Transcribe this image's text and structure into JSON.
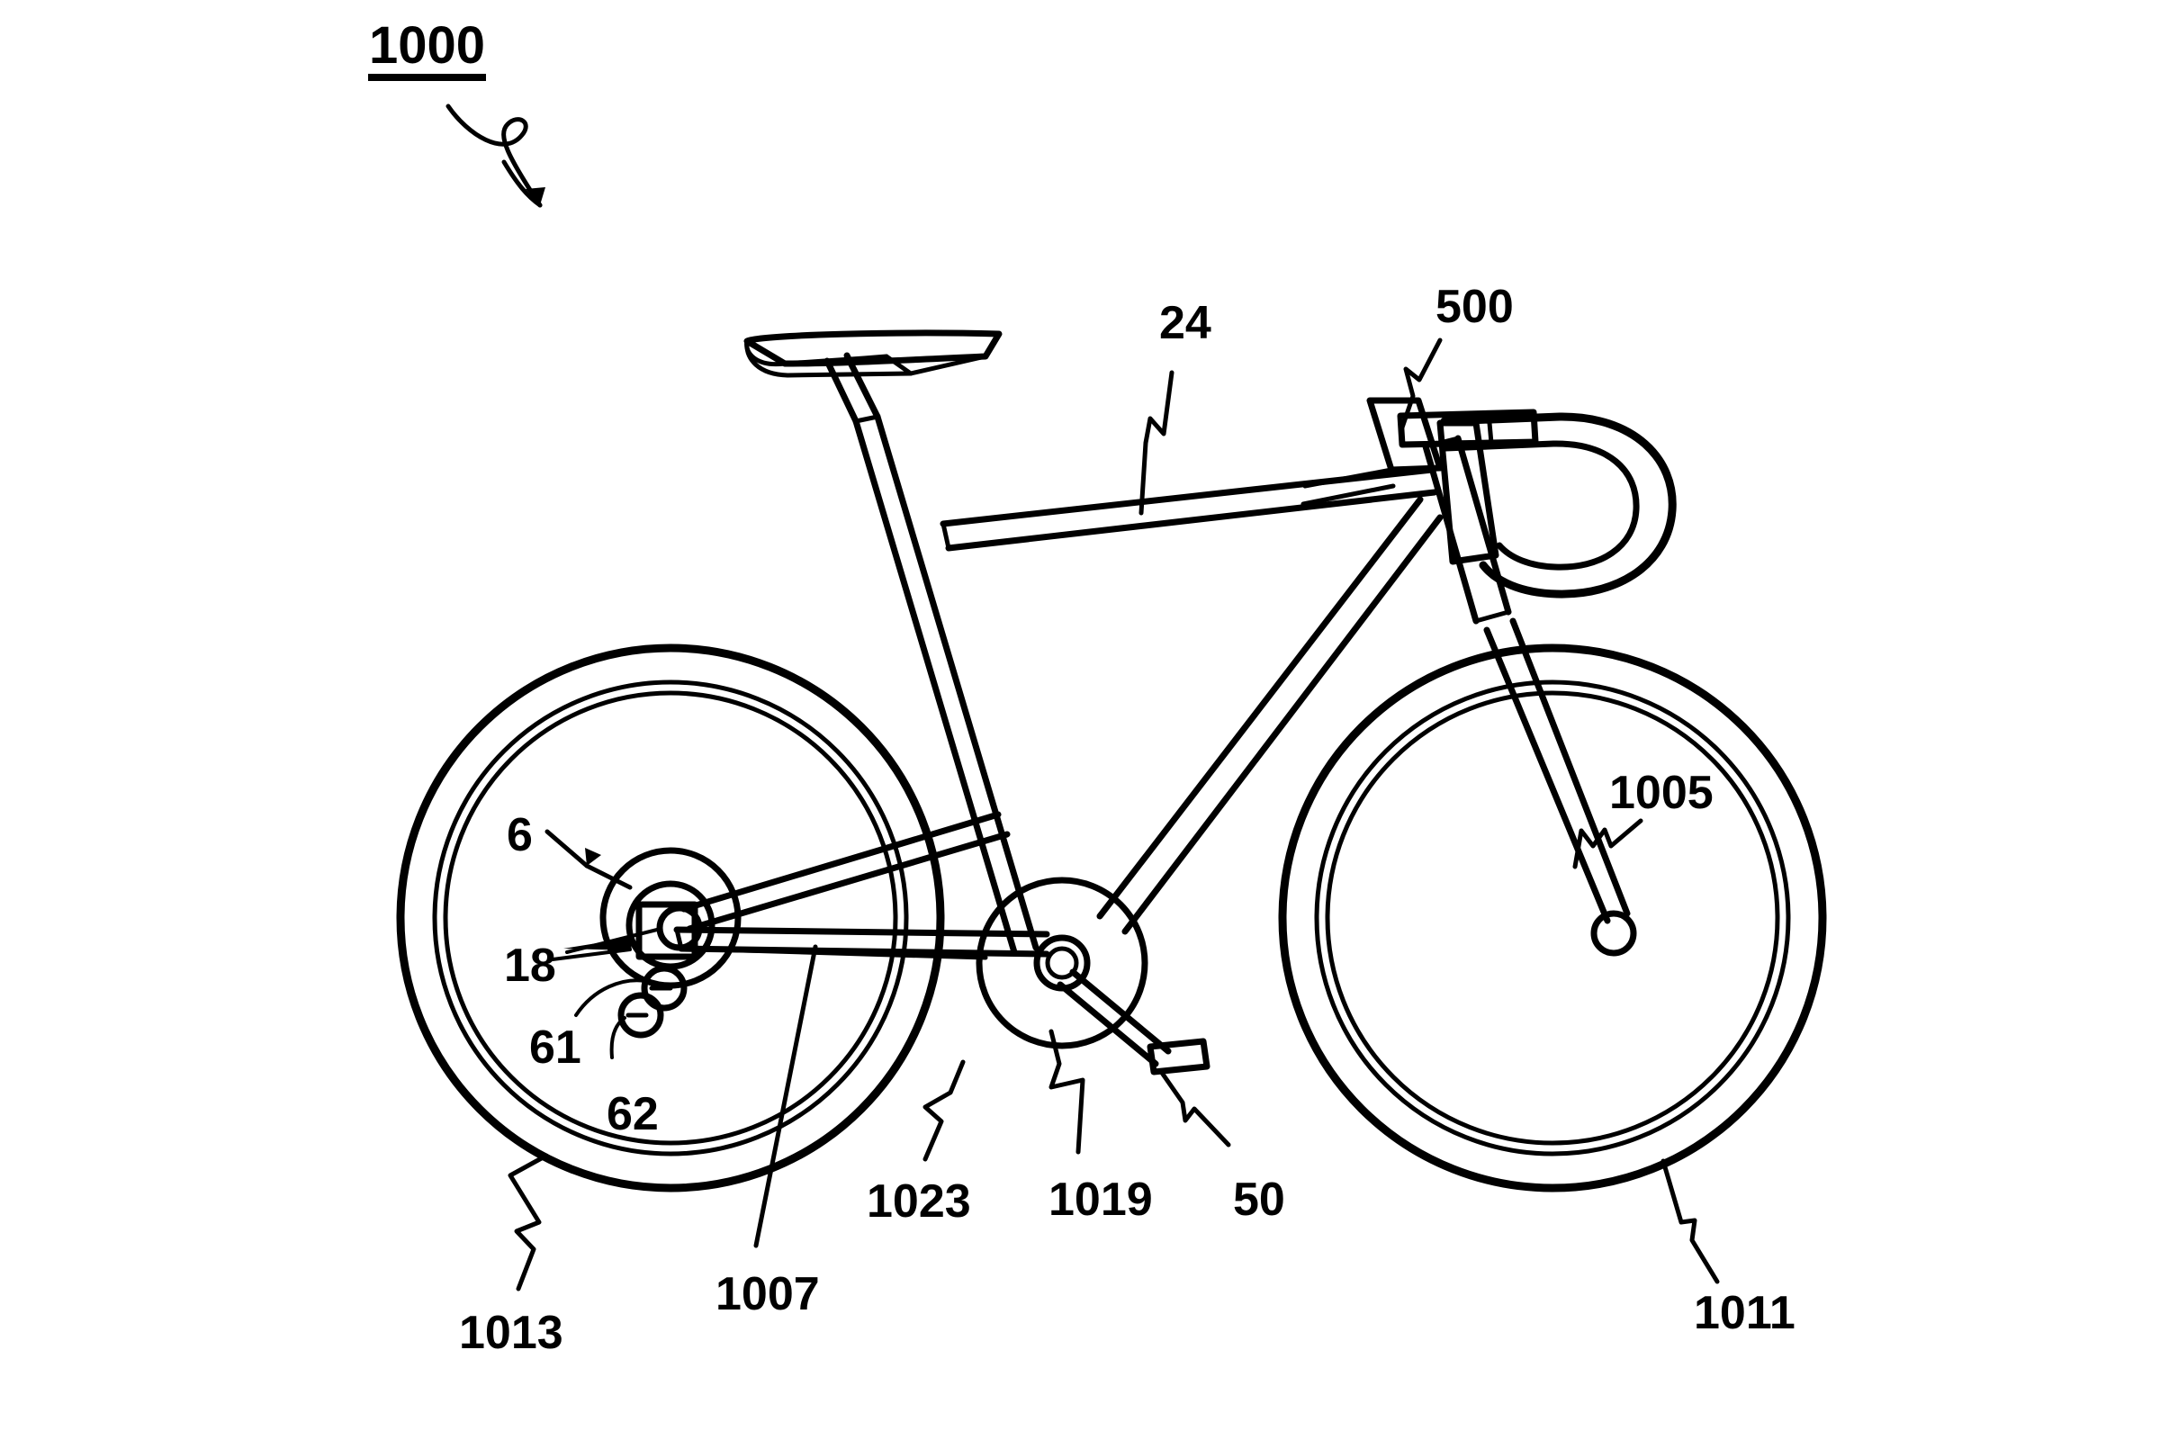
{
  "figure": {
    "type": "patent-line-drawing",
    "subject": "electric bicycle side elevation",
    "background_color": "#ffffff",
    "line_color": "#000000"
  },
  "figure_label": {
    "text": "1000",
    "underlined": true,
    "leader": "squiggly-arrow"
  },
  "reference_numerals": [
    {
      "id": "n1000",
      "text": "1000",
      "target": "whole-bicycle",
      "leader": "squiggly-arrow"
    },
    {
      "id": "n500",
      "text": "500",
      "target": "handlebar-display-unit",
      "leader": "kinked"
    },
    {
      "id": "n24",
      "text": "24",
      "target": "top-tube",
      "leader": "kinked"
    },
    {
      "id": "n1005",
      "text": "1005",
      "target": "front-fork",
      "leader": "squiggly"
    },
    {
      "id": "n6",
      "text": "6",
      "target": "rear-hub-motor-housing",
      "leader": "arrow"
    },
    {
      "id": "n18",
      "text": "18",
      "target": "rear-hub-axle",
      "leader": "arrow"
    },
    {
      "id": "n61",
      "text": "61",
      "target": "sensor-upper",
      "leader": "curved"
    },
    {
      "id": "n62",
      "text": "62",
      "target": "sensor-lower",
      "leader": "curved"
    },
    {
      "id": "n1013",
      "text": "1013",
      "target": "rear-wheel",
      "leader": "squiggly"
    },
    {
      "id": "n1007",
      "text": "1007",
      "target": "chain-stay",
      "leader": "straight"
    },
    {
      "id": "n1023",
      "text": "1023",
      "target": "seat-stay",
      "leader": "kinked"
    },
    {
      "id": "n1019",
      "text": "1019",
      "target": "crank-assembly",
      "leader": "kinked"
    },
    {
      "id": "n50",
      "text": "50",
      "target": "pedal",
      "leader": "kinked"
    },
    {
      "id": "n1011",
      "text": "1011",
      "target": "front-wheel",
      "leader": "kinked"
    }
  ],
  "components": [
    {
      "name": "rear-wheel",
      "label": "1013"
    },
    {
      "name": "front-wheel",
      "label": "1011"
    },
    {
      "name": "saddle",
      "label": ""
    },
    {
      "name": "seat-post",
      "label": ""
    },
    {
      "name": "top-tube",
      "label": "24"
    },
    {
      "name": "down-tube",
      "label": ""
    },
    {
      "name": "seat-tube",
      "label": ""
    },
    {
      "name": "chain-stay",
      "label": "1007"
    },
    {
      "name": "seat-stay",
      "label": "1023"
    },
    {
      "name": "front-fork",
      "label": "1005"
    },
    {
      "name": "handlebar",
      "label": ""
    },
    {
      "name": "display-unit",
      "label": "500"
    },
    {
      "name": "crank-assembly",
      "label": "1019"
    },
    {
      "name": "pedal",
      "label": "50"
    },
    {
      "name": "rear-hub-motor",
      "label": "6"
    },
    {
      "name": "rear-axle",
      "label": "18"
    },
    {
      "name": "sensor-upper",
      "label": "61"
    },
    {
      "name": "sensor-lower",
      "label": "62"
    }
  ]
}
